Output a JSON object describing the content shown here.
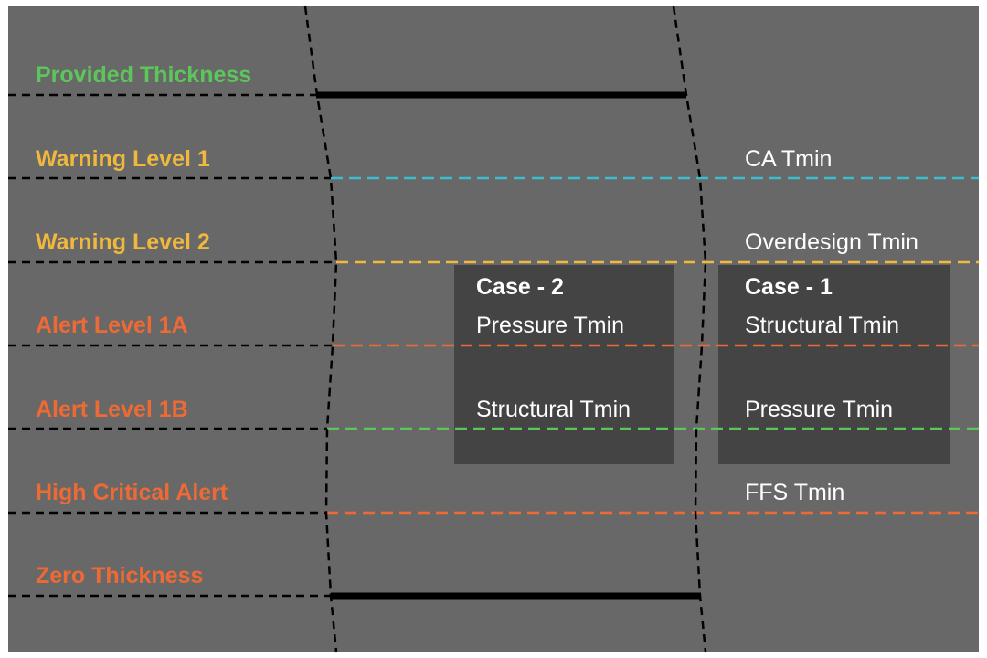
{
  "levels": [
    {
      "label": "Provided Thickness",
      "color": "#5cc65a"
    },
    {
      "label": "Warning Level 1",
      "color": "#f0b83c"
    },
    {
      "label": "Warning Level 2",
      "color": "#f0b83c"
    },
    {
      "label": "Alert Level 1A",
      "color": "#ee6a35"
    },
    {
      "label": "Alert Level 1B",
      "color": "#ee6a35"
    },
    {
      "label": "High Critical Alert",
      "color": "#ee6a35"
    },
    {
      "label": "Zero Thickness",
      "color": "#ee6a35"
    }
  ],
  "right_labels": {
    "ca_tmin": "CA Tmin",
    "overdesign_tmin": "Overdesign Tmin",
    "ffs_tmin": "FFS Tmin"
  },
  "case2": {
    "title": "Case - 2",
    "item1": "Pressure Tmin",
    "item2": "Structural Tmin"
  },
  "case1": {
    "title": "Case - 1",
    "item1": "Structural Tmin",
    "item2": "Pressure Tmin"
  },
  "line_colors": {
    "ca": "#3bbdd0",
    "overdesign": "#f0b83c",
    "alert": "#ee6a35",
    "green": "#5cc65a"
  }
}
